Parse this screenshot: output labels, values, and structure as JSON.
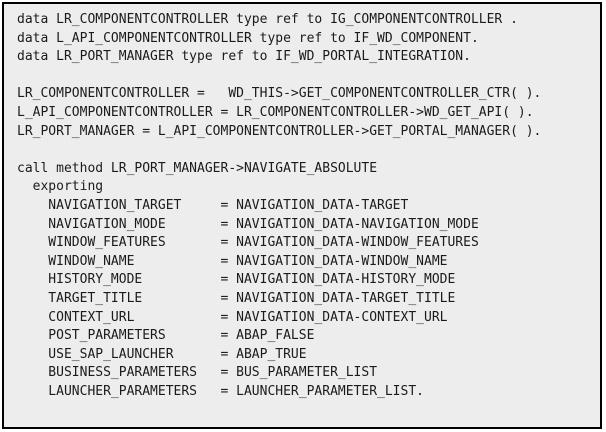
{
  "panel": {
    "kind": "abap-code-snippet",
    "background_color": "#ededed",
    "border_color": "#000000",
    "text_color": "#1b1b1b",
    "page_background": "#ffffff"
  },
  "code": {
    "language": "abap",
    "lines": [
      "data LR_COMPONENTCONTROLLER type ref to IG_COMPONENTCONTROLLER .",
      "data L_API_COMPONENTCONTROLLER type ref to IF_WD_COMPONENT.",
      "data LR_PORT_MANAGER type ref to IF_WD_PORTAL_INTEGRATION.",
      "",
      "LR_COMPONENTCONTROLLER =   WD_THIS->GET_COMPONENTCONTROLLER_CTR( ).",
      "L_API_COMPONENTCONTROLLER = LR_COMPONENTCONTROLLER->WD_GET_API( ).",
      "LR_PORT_MANAGER = L_API_COMPONENTCONTROLLER->GET_PORTAL_MANAGER( ).",
      "",
      "call method LR_PORT_MANAGER->NAVIGATE_ABSOLUTE",
      "  exporting",
      "    NAVIGATION_TARGET     = NAVIGATION_DATA-TARGET",
      "    NAVIGATION_MODE       = NAVIGATION_DATA-NAVIGATION_MODE",
      "    WINDOW_FEATURES       = NAVIGATION_DATA-WINDOW_FEATURES",
      "    WINDOW_NAME           = NAVIGATION_DATA-WINDOW_NAME",
      "    HISTORY_MODE          = NAVIGATION_DATA-HISTORY_MODE",
      "    TARGET_TITLE          = NAVIGATION_DATA-TARGET_TITLE",
      "    CONTEXT_URL           = NAVIGATION_DATA-CONTEXT_URL",
      "    POST_PARAMETERS       = ABAP_FALSE",
      "    USE_SAP_LAUNCHER      = ABAP_TRUE",
      "    BUSINESS_PARAMETERS   = BUS_PARAMETER_LIST",
      "    LAUNCHER_PARAMETERS   = LAUNCHER_PARAMETER_LIST."
    ]
  }
}
